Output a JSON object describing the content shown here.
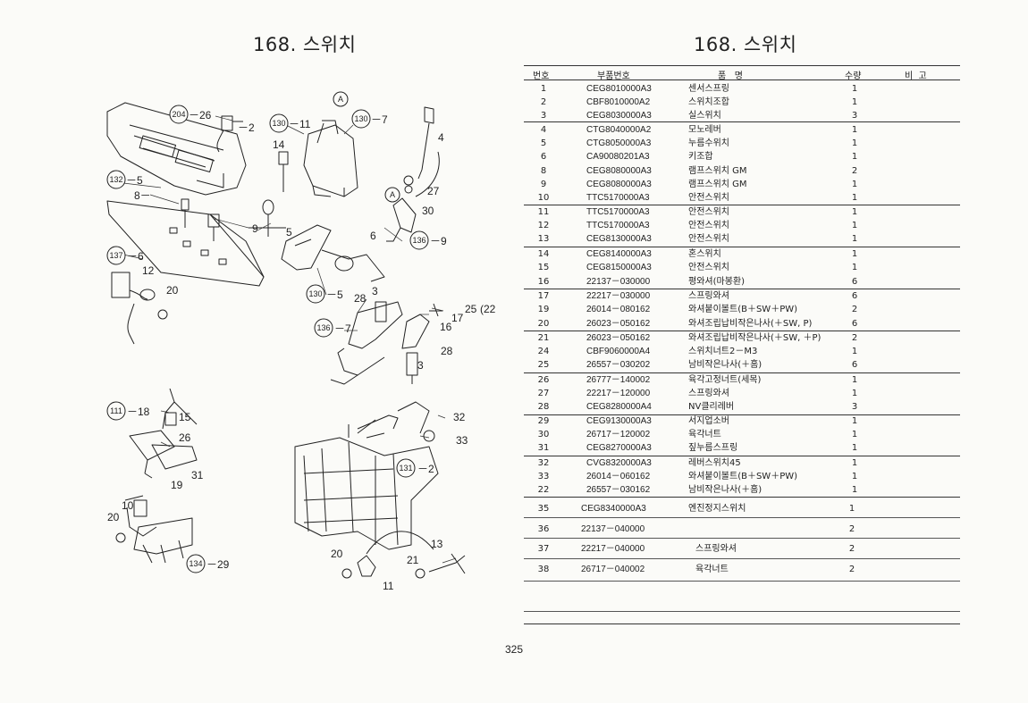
{
  "left_page": {
    "title": "168. 스위치"
  },
  "right_page": {
    "title": "168. 스위치"
  },
  "table": {
    "headers": {
      "no": "번호",
      "part_no": "부품번호",
      "name": "품   명",
      "qty": "수량",
      "remarks": "비  고"
    },
    "rows": [
      {
        "no": "1",
        "part_no": "CEG8010000A3",
        "name": "센서스프링",
        "qty": "1"
      },
      {
        "no": "2",
        "part_no": "CBF8010000A2",
        "name": "스위치조합",
        "qty": "1"
      },
      {
        "no": "3",
        "part_no": "CEG8030000A3",
        "name": "실스위치",
        "qty": "3"
      },
      {
        "no": "4",
        "part_no": "CTG8040000A2",
        "name": "모노레버",
        "qty": "1"
      },
      {
        "no": "5",
        "part_no": "CTG8050000A3",
        "name": "누름수위치",
        "qty": "1"
      },
      {
        "no": "6",
        "part_no": "CA90080201A3",
        "name": "키조합",
        "qty": "1"
      },
      {
        "no": "8",
        "part_no": "CEG8080000A3",
        "name": "램프스위치 GM",
        "qty": "2"
      },
      {
        "no": "9",
        "part_no": "CEG8080000A3",
        "name": "램프스위치 GM",
        "qty": "1"
      },
      {
        "no": "10",
        "part_no": "TTC5170000A3",
        "name": "안전스위치",
        "qty": "1"
      },
      {
        "no": "11",
        "part_no": "TTC5170000A3",
        "name": "안전스위치",
        "qty": "1"
      },
      {
        "no": "12",
        "part_no": "TTC5170000A3",
        "name": "안전스위치",
        "qty": "1"
      },
      {
        "no": "13",
        "part_no": "CEG8130000A3",
        "name": "안전스위치",
        "qty": "1"
      },
      {
        "no": "14",
        "part_no": "CEG8140000A3",
        "name": "혼스위치",
        "qty": "1"
      },
      {
        "no": "15",
        "part_no": "CEG8150000A3",
        "name": "안전스위치",
        "qty": "1"
      },
      {
        "no": "16",
        "part_no": "22137－030000",
        "name": "평와셔(마봉환)",
        "qty": "6"
      },
      {
        "no": "17",
        "part_no": "22217－030000",
        "name": "스프링와셔",
        "qty": "6"
      },
      {
        "no": "19",
        "part_no": "26014－080162",
        "name": "와셔붙이볼트(B＋SW＋PW)",
        "qty": "2"
      },
      {
        "no": "20",
        "part_no": "26023－050162",
        "name": "와셔조립납비작은나사(＋SW, P)",
        "qty": "6"
      },
      {
        "no": "21",
        "part_no": "26023－050162",
        "name": "와셔조립납비작은나사(＋SW, ＋P)",
        "qty": "2"
      },
      {
        "no": "24",
        "part_no": "CBF9060000A4",
        "name": "스위치너트2－M3",
        "qty": "1"
      },
      {
        "no": "25",
        "part_no": "26557－030202",
        "name": "남비작은나사(＋홈)",
        "qty": "6"
      },
      {
        "no": "26",
        "part_no": "26777－140002",
        "name": "육각고정너트(세목)",
        "qty": "1"
      },
      {
        "no": "27",
        "part_no": "22217－120000",
        "name": "스프링와셔",
        "qty": "1"
      },
      {
        "no": "28",
        "part_no": "CEG8280000A4",
        "name": "NV클리레버",
        "qty": "3"
      },
      {
        "no": "29",
        "part_no": "CEG9130000A3",
        "name": "서지업소버",
        "qty": "1"
      },
      {
        "no": "30",
        "part_no": "26717－120002",
        "name": "육각너트",
        "qty": "1"
      },
      {
        "no": "31",
        "part_no": "CEG8270000A3",
        "name": "짚누름스프링",
        "qty": "1"
      },
      {
        "no": "32",
        "part_no": "CVG8320000A3",
        "name": "레버스위치45",
        "qty": "1"
      },
      {
        "no": "33",
        "part_no": "26014－060162",
        "name": "와셔붙이볼트(B＋SW＋PW)",
        "qty": "1"
      },
      {
        "no": "22",
        "part_no": "26557－030162",
        "name": "남비작은나사(＋홈)",
        "qty": "1"
      },
      {
        "no": "35",
        "part_no": "CEG8340000A3",
        "name": "엔진정지스위치",
        "qty": "1"
      },
      {
        "no": "36",
        "part_no": "22137－040000",
        "name": "",
        "qty": "2"
      },
      {
        "no": "37",
        "part_no": "22217－040000",
        "name": "스프링와셔",
        "qty": "2"
      },
      {
        "no": "38",
        "part_no": "26717－040002",
        "name": "육각너트",
        "qty": "2"
      }
    ]
  },
  "diagram": {
    "labels": {
      "l_a1": "A",
      "l_a2": "A",
      "l_2": "－2",
      "l_26a": "－26",
      "l_11a": "－11",
      "l_7a": "－7",
      "l_4": "4",
      "l_14": "14",
      "l_5a": "－5",
      "l_8": "8－",
      "l_27": "27",
      "l_30": "30",
      "l_9": "9",
      "l_5b": "5",
      "l_6a": "6",
      "l_9b": "－9",
      "l_6b": "－6",
      "l_12": "12",
      "l_20a": "20",
      "l_5c": "－5",
      "l_28a": "28",
      "l_3a": "3",
      "l_25": "25",
      "l_22": "(22",
      "l_17": "17",
      "l_16": "16",
      "l_71": "－7",
      "l_28b": "28",
      "l_3b": "3",
      "l_18": "－18",
      "l_15": "15",
      "l_26b": "26",
      "l_31": "31",
      "l_19": "19",
      "l_32": "32",
      "l_33": "33",
      "l_2b": "－2",
      "l_10": "10",
      "l_20b": "20",
      "l_29": "－29",
      "l_13": "13",
      "l_20c": "20",
      "l_21": "21",
      "l_11b": "11"
    },
    "callouts": {
      "c204": "204",
      "c130a": "130",
      "c130b": "130",
      "c132": "132",
      "c136a": "136",
      "c137": "137",
      "c130c": "130",
      "c136b": "136",
      "c111": "111",
      "c131": "131",
      "c134": "134"
    }
  },
  "footer": {
    "page_number": "325"
  }
}
